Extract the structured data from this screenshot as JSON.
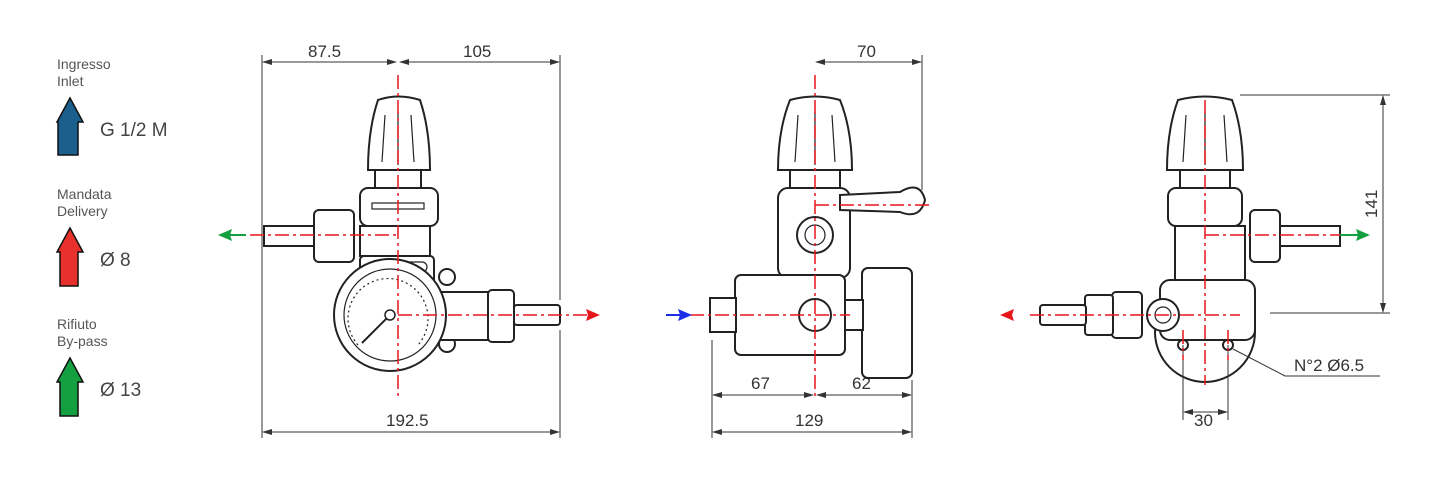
{
  "legend": [
    {
      "label_it": "Ingresso",
      "label_en": "Inlet",
      "value": "G 1/2 M",
      "color": "#1b5f8c"
    },
    {
      "label_it": "Mandata",
      "label_en": "Delivery",
      "value": "Ø 8",
      "color": "#e8302c"
    },
    {
      "label_it": "Rifiuto",
      "label_en": "By-pass",
      "value": "Ø 13",
      "color": "#14a040"
    }
  ],
  "front_view": {
    "dim_left": "87.5",
    "dim_right": "105",
    "dim_total": "192.5"
  },
  "side_view": {
    "dim_top": "70",
    "dim_left": "67",
    "dim_right": "62",
    "dim_total": "129"
  },
  "rear_view": {
    "dim_height": "141",
    "dim_holes": "30",
    "holes_note": "N°2 Ø6.5"
  },
  "colors": {
    "inlet": "#1a2ee8",
    "delivery": "#e8151b",
    "bypass": "#14a040",
    "centerline": "#e8151b"
  }
}
